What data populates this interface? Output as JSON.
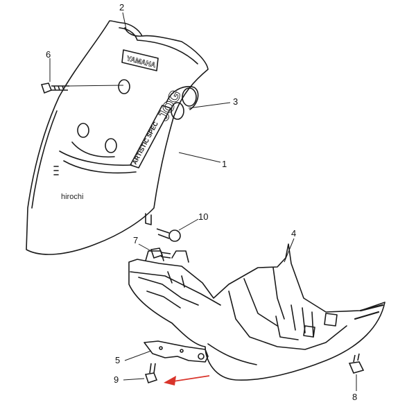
{
  "diagram": {
    "callouts": [
      {
        "id": "1",
        "label": "1"
      },
      {
        "id": "2",
        "label": "2"
      },
      {
        "id": "3",
        "label": "3"
      },
      {
        "id": "4",
        "label": "4"
      },
      {
        "id": "5",
        "label": "5"
      },
      {
        "id": "6",
        "label": "6"
      },
      {
        "id": "7",
        "label": "7"
      },
      {
        "id": "8",
        "label": "8"
      },
      {
        "id": "9",
        "label": "9"
      },
      {
        "id": "10",
        "label": "10"
      }
    ],
    "emblem_text": "YAMAHA",
    "decal_text": "JOG",
    "stripe_text": "ARTISTIC SPEC",
    "watermark": "hirochi",
    "arrow_color": "#d9342b",
    "line_color": "#1a1a1a"
  }
}
